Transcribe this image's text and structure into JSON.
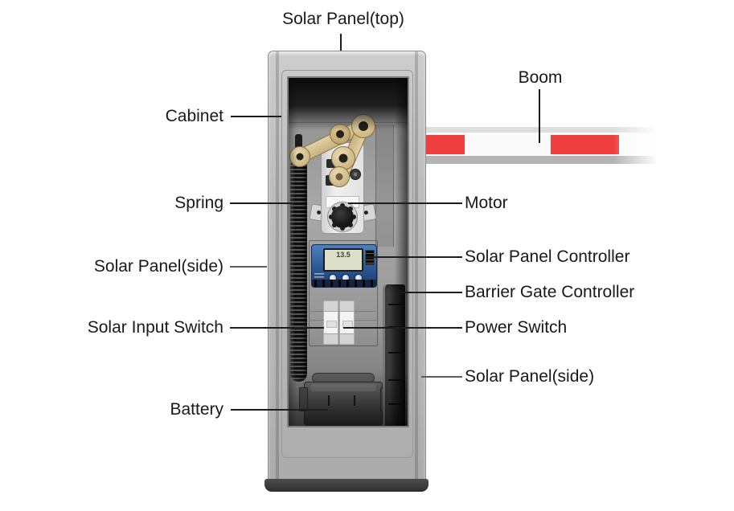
{
  "diagram": {
    "labels": {
      "solar_panel_top": "Solar Panel(top)",
      "boom": "Boom",
      "cabinet": "Cabinet",
      "spring": "Spring",
      "motor": "Motor",
      "solar_panel_side_left": "Solar Panel(side)",
      "solar_panel_controller": "Solar Panel Controller",
      "barrier_gate_controller": "Barrier Gate Controller",
      "solar_input_switch": "Solar Input Switch",
      "power_switch": "Power Switch",
      "solar_panel_side_right": "Solar Panel(side)",
      "battery": "Battery"
    },
    "controller_display": "13.5",
    "colors": {
      "boom_stripe_red": "#ee3e3e",
      "controller_blue": "#2c5694",
      "mechanism_brass": "#cdb987",
      "cabinet_gray": "#bdbdbd",
      "label_text": "#17171f"
    }
  }
}
